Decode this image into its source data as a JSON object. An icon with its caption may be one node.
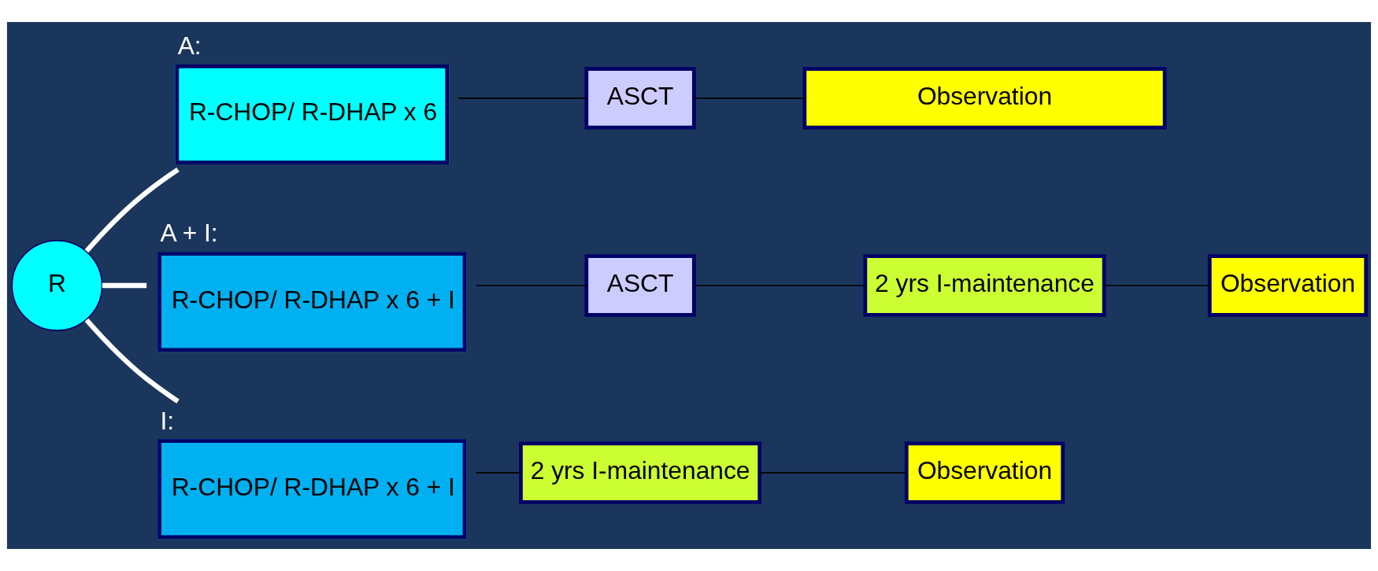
{
  "diagram": {
    "nodes": [
      {
        "text": [
          "R"
        ]
      },
      {
        "text": [
          "A:",
          "R-CHOP/ R-DHAP x 6"
        ]
      },
      {
        "text": [
          "ASCT"
        ]
      },
      {
        "text": [
          "Observation"
        ]
      },
      {
        "text": [
          "A + I:",
          "R-CHOP/ R-DHAP x 6 + I"
        ]
      },
      {
        "text": [
          "ASCT"
        ]
      },
      {
        "text": [
          "2 yrs I-maintenance"
        ]
      },
      {
        "text": [
          "Observation"
        ]
      },
      {
        "text": [
          "I:",
          "R-CHOP/ R-DHAP x 6 + I"
        ]
      },
      {
        "text": [
          "2 yrs I-maintenance"
        ]
      },
      {
        "text": [
          "Observation"
        ]
      }
    ],
    "edges": [
      {
        "from": 0,
        "to": 1,
        "arrow": "none",
        "style": "thick",
        "color": "#ffffff"
      },
      {
        "from": 0,
        "to": 4,
        "arrow": "none",
        "style": "thick",
        "color": "#ffffff"
      },
      {
        "from": 0,
        "to": 8,
        "arrow": "none",
        "style": "thick",
        "color": "#ffffff"
      },
      {
        "from": 1,
        "to": 2,
        "arrow": "none"
      },
      {
        "from": 2,
        "to": 3,
        "arrow": "none"
      },
      {
        "from": 4,
        "to": 5,
        "arrow": "none"
      },
      {
        "from": 5,
        "to": 6,
        "arrow": "none"
      },
      {
        "from": 6,
        "to": 7,
        "arrow": "none"
      },
      {
        "from": 8,
        "to": 9,
        "arrow": "none"
      },
      {
        "from": 9,
        "to": 10,
        "arrow": "none"
      }
    ]
  }
}
